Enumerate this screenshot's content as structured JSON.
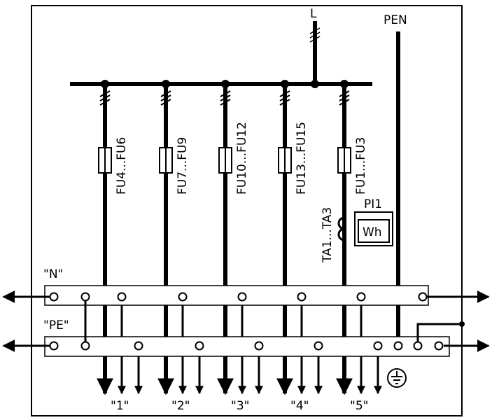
{
  "diagram": {
    "labels": {
      "phase": "L",
      "pen": "PEN",
      "neutral_bus": "\"N\"",
      "pe_bus": "\"PE\"",
      "meter": "PI1",
      "meter_unit": "Wh",
      "current_transformers": "TA1...TA3"
    },
    "fuses": [
      {
        "id": "fuse-group-fu4-fu6",
        "label": "FU4...FU6"
      },
      {
        "id": "fuse-group-fu7-fu9",
        "label": "FU7...FU9"
      },
      {
        "id": "fuse-group-fu10-fu12",
        "label": "FU10...FU12"
      },
      {
        "id": "fuse-group-fu13-fu15",
        "label": "FU13...FU15"
      },
      {
        "id": "fuse-group-fu1-fu3",
        "label": "FU1...FU3"
      }
    ],
    "outputs": [
      "\"1\"",
      "\"2\"",
      "\"3\"",
      "\"4\"",
      "\"5\""
    ],
    "ground_symbol": "protective-earth-icon"
  }
}
